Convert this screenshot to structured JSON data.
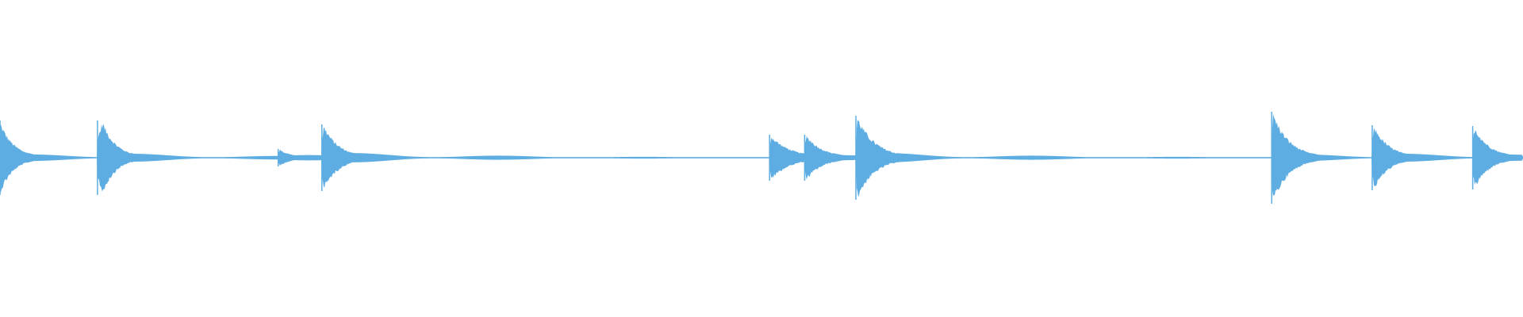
{
  "waveform": {
    "color": "#5dade2",
    "duration_s": 30,
    "centerline_level": 0,
    "onsets": [
      {
        "t": 0.0,
        "amp": 0.47,
        "attack": 0.0,
        "decay": 0.5,
        "tail": 0.05
      },
      {
        "t": 1.92,
        "amp": 0.47,
        "attack": 0.1,
        "decay": 0.5,
        "tail": 0.06
      },
      {
        "t": 5.48,
        "amp": 0.11,
        "attack": 0.03,
        "decay": 0.4,
        "tail": 0.04
      },
      {
        "t": 6.34,
        "amp": 0.42,
        "attack": 0.04,
        "decay": 0.55,
        "tail": 0.07
      },
      {
        "t": 15.16,
        "amp": 0.29,
        "attack": 0.03,
        "decay": 0.7,
        "tail": 0.03
      },
      {
        "t": 15.85,
        "amp": 0.29,
        "attack": 0.04,
        "decay": 0.6,
        "tail": 0.04
      },
      {
        "t": 16.86,
        "amp": 0.53,
        "attack": 0.03,
        "decay": 0.65,
        "tail": 0.07
      },
      {
        "t": 25.05,
        "amp": 0.58,
        "attack": 0.03,
        "decay": 0.6,
        "tail": 0.05
      },
      {
        "t": 27.03,
        "amp": 0.41,
        "attack": 0.04,
        "decay": 0.55,
        "tail": 0.06
      },
      {
        "t": 29.01,
        "amp": 0.4,
        "attack": 0.04,
        "decay": 0.55,
        "tail": 0.05
      }
    ]
  }
}
